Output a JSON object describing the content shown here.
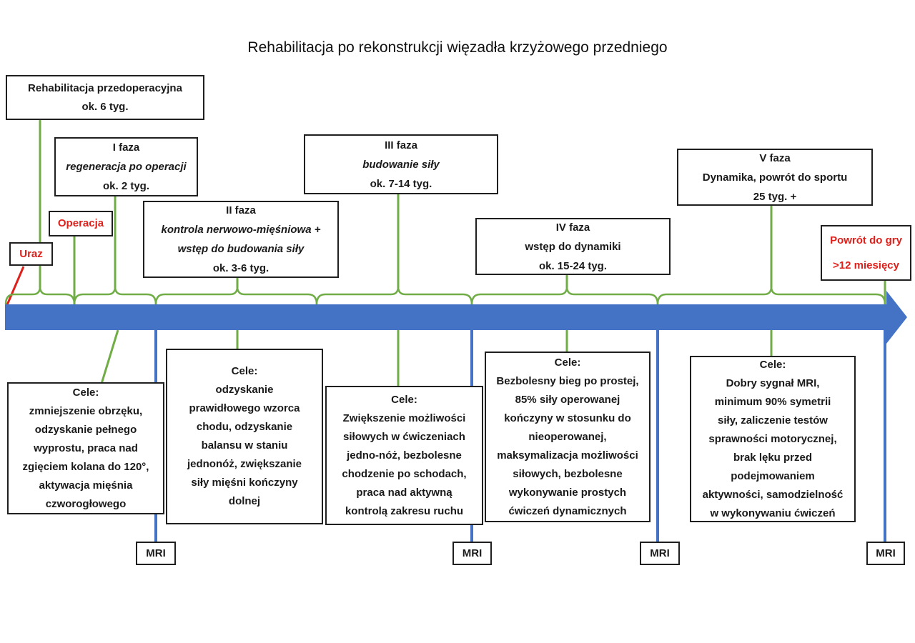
{
  "title": "Rehabilitacja po rekonstrukcji więzadła krzyżowego przedniego",
  "colors": {
    "timeline_blue": "#4472C4",
    "bracket_green": "#70AD47",
    "alert_red": "#DF1F1A",
    "box_border_black": "#1F1F1F"
  },
  "pre_op_box": {
    "text": "Rehabilitacja przedoperacyjna\nok. 6 tyg."
  },
  "events": {
    "operacja": "Operacja",
    "uraz": "Uraz",
    "powrot_do_gry": "Powrót do gry\n>12 miesięcy"
  },
  "phases": [
    {
      "title": "I faza",
      "subtitle": "regeneracja po operacji",
      "duration": "ok. 2 tyg."
    },
    {
      "title": "II faza",
      "subtitle": "kontrola nerwowo-mięśniowa +\nwstęp do budowania siły",
      "duration": "ok. 3-6 tyg."
    },
    {
      "title": "III faza",
      "subtitle": "budowanie siły",
      "duration": "ok. 7-14 tyg."
    },
    {
      "title": "IV faza",
      "subtitle": "wstęp do dynamiki",
      "duration": "ok. 15-24 tyg."
    },
    {
      "title": "V faza",
      "subtitle": "Dynamika, powrót do sportu",
      "duration": "25 tyg. +"
    }
  ],
  "goals": [
    {
      "text": "Cele:\nzmniejszenie obrzęku,\nodzyskanie pełnego\nwyprostu, praca nad\nzgięciem kolana do 120°,\naktywacja mięśnia\nczworogłowego"
    },
    {
      "text": "Cele:\nodzyskanie\nprawidłowego wzorca\nchodu, odzyskanie\nbalansu w staniu\njednonóż, zwiększanie\nsiły mięśni kończyny\ndolnej"
    },
    {
      "text": "Cele:\nZwiększenie możliwości\nsiłowych w ćwiczeniach\njedno-nóż, bezbolesne\nchodzenie po schodach,\npraca nad aktywną\nkontrolą zakresu ruchu"
    },
    {
      "text": "Cele:\nBezbolesny bieg po prostej,\n85% siły operowanej\nkończyny w stosunku do\nnieoperowanej,\nmaksymalizacja możliwości\nsiłowych, bezbolesne\nwykonywanie prostych\nćwiczeń dynamicznych"
    },
    {
      "text": "Cele:\nDobry sygnał MRI,\nminimum 90% symetrii\nsiły, zaliczenie testów\nsprawności motorycznej,\nbrak lęku przed\npodejmowaniem\naktywności, samodzielność\nw wykonywaniu ćwiczeń"
    }
  ],
  "mri_label": "MRI"
}
